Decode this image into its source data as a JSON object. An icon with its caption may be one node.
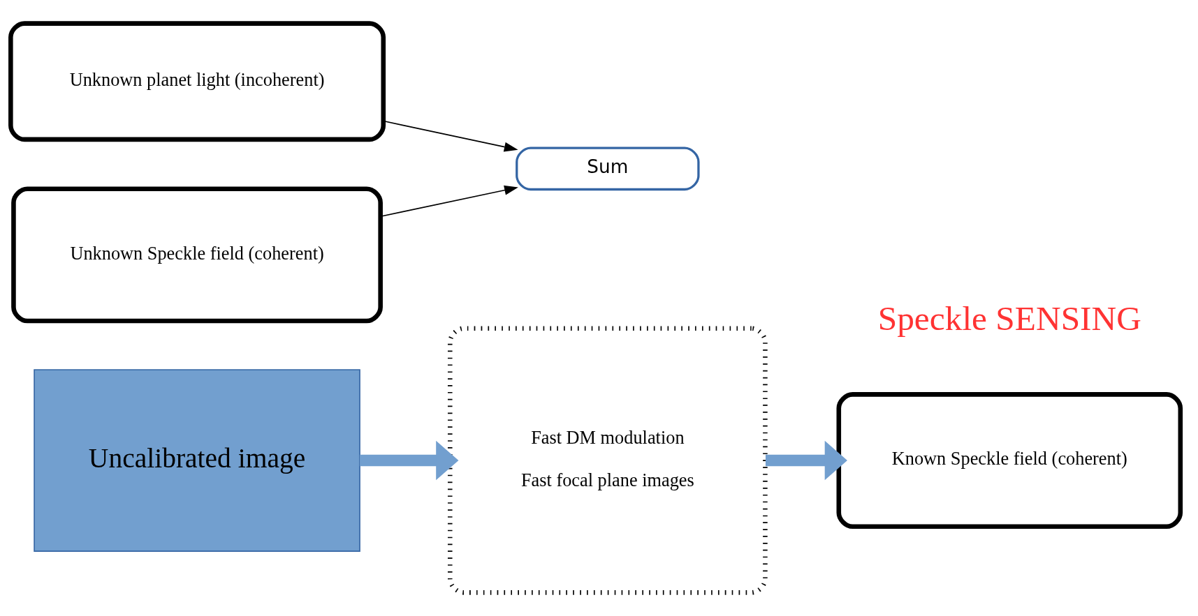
{
  "diagram": {
    "nodes": [
      {
        "text": [
          "Uncalibrated image"
        ]
      },
      {
        "text": [
          "Sum"
        ]
      },
      {
        "text": [
          "Unknown planet light (incoherent)"
        ]
      },
      {
        "text": [
          "Unknown Speckle field (coherent)"
        ]
      },
      {
        "text": [
          "Fast DM modulation",
          "Fast focal plane images"
        ]
      },
      {
        "text": [
          "Known Speckle field (coherent)"
        ]
      }
    ],
    "edges": [
      {
        "from": 2,
        "to": 1,
        "arrow": "to"
      },
      {
        "from": 3,
        "to": 1,
        "arrow": "to"
      },
      {
        "from": 0,
        "to": 4,
        "arrow": "to",
        "style": "thick",
        "color": "#729fcf"
      },
      {
        "from": 4,
        "to": 5,
        "arrow": "to",
        "style": "thick",
        "color": "#729fcf"
      }
    ],
    "labels": [
      "Speckle SENSING"
    ]
  }
}
